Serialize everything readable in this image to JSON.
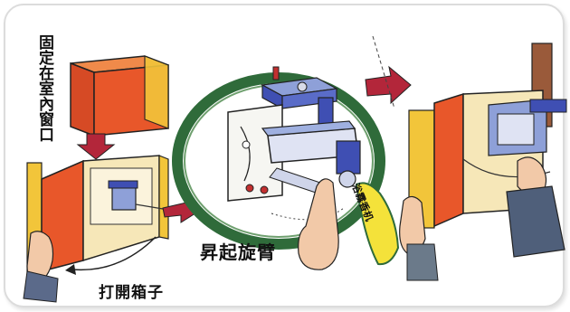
{
  "labels": {
    "fix_to_window": "固定在室內窗口",
    "raise_arm": "昇起旋臂",
    "open_box": "打開箱子",
    "spray_label": "浴霧香机"
  },
  "colors": {
    "box_orange": "#e8572a",
    "box_yellow": "#f2c53a",
    "arrow_red": "#b3263a",
    "ring_green": "#2f6b3a",
    "machine_blue": "#3f4fb3",
    "spray_yellow": "#f4e23a"
  }
}
